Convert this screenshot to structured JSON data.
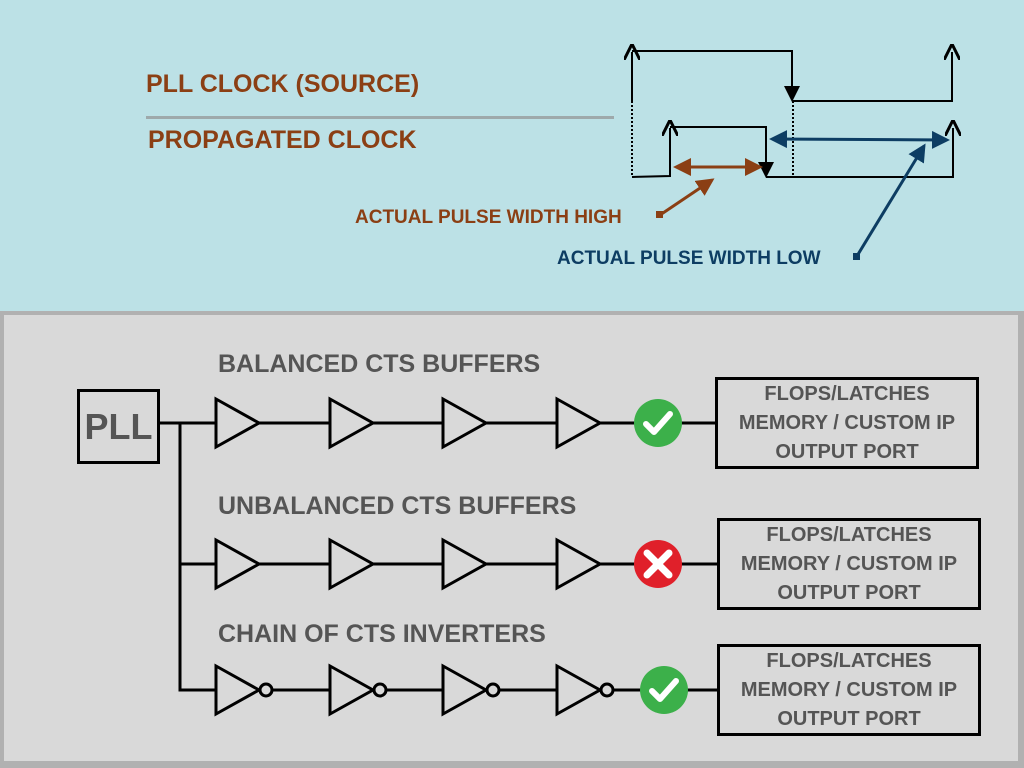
{
  "waveform": {
    "source_label": "PLL CLOCK (SOURCE)",
    "propagated_label": "PROPAGATED CLOCK",
    "pulse_high_label": "ACTUAL PULSE WIDTH HIGH",
    "pulse_low_label": "ACTUAL PULSE WIDTH LOW",
    "colors": {
      "high": "#8b3f14",
      "low": "#0d3d63",
      "background": "#bce1e6"
    }
  },
  "diagram": {
    "source_block": "PLL",
    "rows": [
      {
        "title": "BALANCED CTS BUFFERS",
        "cell_type": "buffer",
        "cell_count": 4,
        "status": "ok",
        "status_icon": "check-icon",
        "sink": [
          "FLOPS/LATCHES",
          "MEMORY / CUSTOM IP",
          "OUTPUT PORT"
        ]
      },
      {
        "title": "UNBALANCED CTS BUFFERS",
        "cell_type": "buffer",
        "cell_count": 4,
        "status": "fail",
        "status_icon": "cross-icon",
        "sink": [
          "FLOPS/LATCHES",
          "MEMORY / CUSTOM IP",
          "OUTPUT PORT"
        ]
      },
      {
        "title": "CHAIN OF CTS INVERTERS",
        "cell_type": "inverter",
        "cell_count": 4,
        "status": "ok",
        "status_icon": "check-icon",
        "sink": [
          "FLOPS/LATCHES",
          "MEMORY / CUSTOM IP",
          "OUTPUT PORT"
        ]
      }
    ],
    "colors": {
      "ok": "#3cb04a",
      "fail": "#e0202a",
      "text": "#555555",
      "panel": "#d9d9d9"
    }
  }
}
